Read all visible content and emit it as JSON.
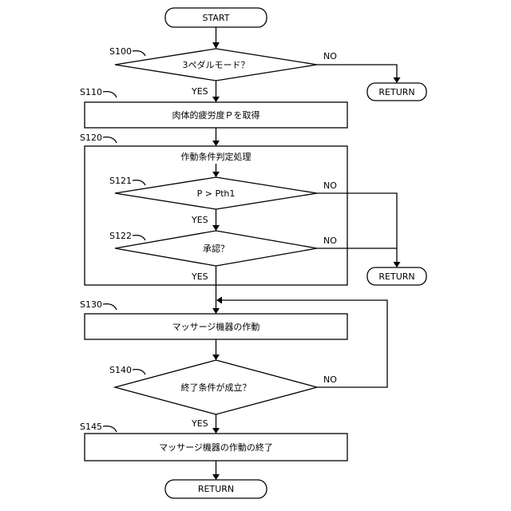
{
  "nodes": {
    "start": "START",
    "s100_decision": "3ペダルモード？",
    "return_1": "RETURN",
    "s110_process": "肉体的疲労度Ｐを取得",
    "s120_group": "作動条件判定処理",
    "s121_decision": "P > Pth1",
    "s122_decision": "承認？",
    "return_2": "RETURN",
    "s130_process": "マッサージ機器の作動",
    "s140_decision": "終了条件が成立？",
    "s145_process": "マッサージ機器の作動の終了",
    "return_3": "RETURN"
  },
  "step_labels": {
    "s100": "S100",
    "s110": "S110",
    "s120": "S120",
    "s121": "S121",
    "s122": "S122",
    "s130": "S130",
    "s140": "S140",
    "s145": "S145"
  },
  "branch_labels": {
    "s100_no": "NO",
    "s100_yes": "YES",
    "s121_no": "NO",
    "s121_yes": "YES",
    "s122_no": "NO",
    "s122_yes": "YES",
    "s140_no": "NO",
    "s140_yes": "YES"
  }
}
